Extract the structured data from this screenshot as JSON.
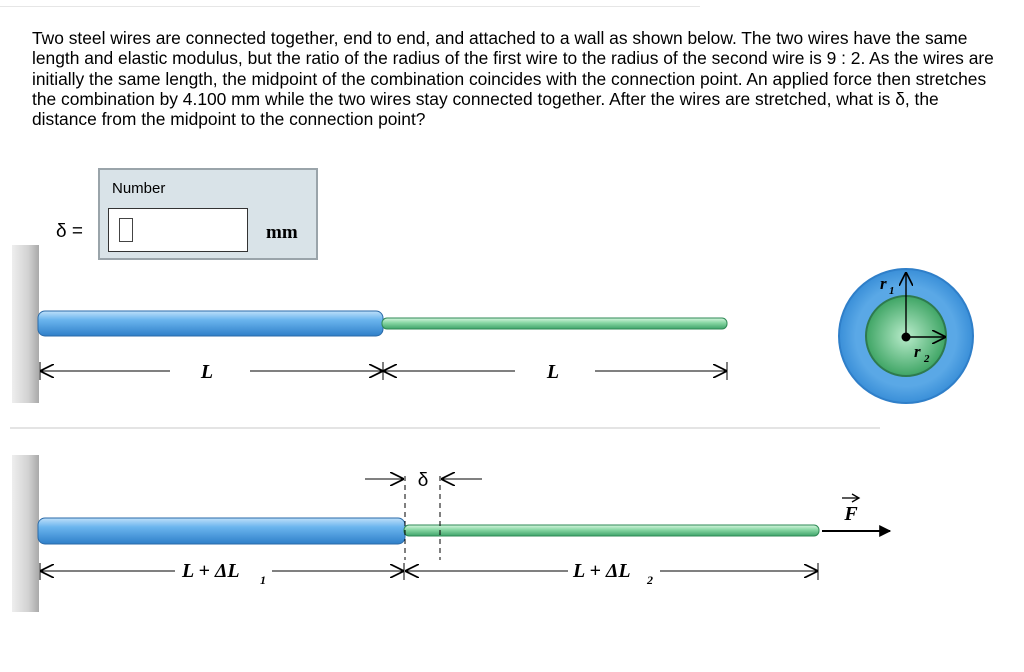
{
  "question": {
    "text": "Two steel wires are connected together, end to end, and attached to a wall as shown below. The two wires have the same length and elastic modulus, but the ratio of the radius of the first wire to the radius of the second wire is 9 : 2. As the wires are initially the same length, the midpoint of the combination coincides with the connection point. An applied force then stretches the combination by 4.100 mm while the two wires stay connected together. After the wires are stretched, what is δ, the distance from the midpoint to the connection point?"
  },
  "answer": {
    "delta_label": "δ =",
    "number_label": "Number",
    "input_value": "",
    "unit": "mm"
  },
  "figure": {
    "top_L1": "L",
    "top_L2": "L",
    "radius1_label": "r",
    "radius1_sub": "1",
    "radius2_label": "r",
    "radius2_sub": "2",
    "delta_symbol": "δ",
    "bottom_L": "L + ΔL",
    "bottom_sub1": "1",
    "bottom_sub2": "2",
    "force_label": "F",
    "colors": {
      "wire1": "#5aa8e6",
      "wire2": "#7fd39c",
      "wall": "#cfcfcf"
    }
  }
}
